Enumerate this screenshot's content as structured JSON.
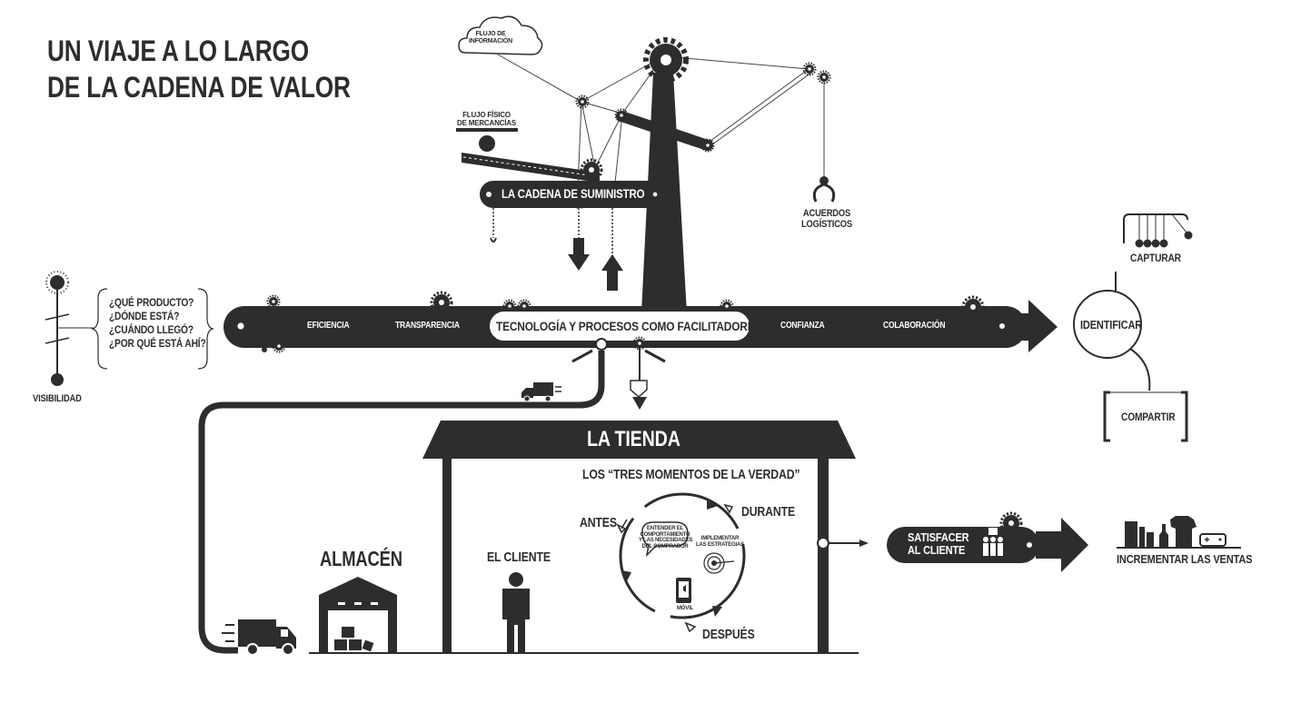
{
  "title": {
    "line1": "UN VIAJE A LO LARGO",
    "line2": "DE LA CADENA DE VALOR"
  },
  "top": {
    "info_flow": {
      "line1": "FLUJO DE",
      "line2": "INFORMACIÓN"
    },
    "physical_flow": {
      "line1": "FLUJO FÍSICO",
      "line2": "DE MERCANCÍAS"
    },
    "supply_chain": "LA CADENA DE SUMINISTRO",
    "logistics": {
      "line1": "ACUERDOS",
      "line2": "LOGÍSTICOS"
    }
  },
  "visibility": {
    "label": "VISIBILIDAD",
    "questions": [
      "¿QUÉ PRODUCTO?",
      "¿DÓNDE ESTÁ?",
      "¿CUÁNDO LLEGÓ?",
      "¿POR QUÉ ESTÁ AHÍ?"
    ]
  },
  "belt": {
    "items": [
      "EFICIENCIA",
      "TRANSPARENCIA",
      "CONFIANZA",
      "COLABORACIÓN"
    ],
    "center": "TECNOLOGÍA Y PROCESOS COMO FACILITADORES"
  },
  "right": {
    "capture": "CAPTURAR",
    "identify": "IDENTIFICAR",
    "share": "COMPARTIR"
  },
  "store": {
    "title": "LA TIENDA",
    "moments": "LOS “TRES MOMENTOS DE LA VERDAD”",
    "client": "EL CLIENTE",
    "before": "ANTES",
    "during": "DURANTE",
    "after": "DESPUÉS",
    "understand": {
      "line1": "ENTENDER EL",
      "line2": "COMPORTAMIENTO",
      "line3": "Y LAS NECESIDADES",
      "line4": "DEL COMPRADOR"
    },
    "implement": {
      "line1": "IMPLEMENTAR",
      "line2": "LAS ESTRATEGIAS"
    },
    "mobile": "MÓVIL"
  },
  "warehouse": "ALMACÉN",
  "outcome": {
    "satisfy_line1": "SATISFACER",
    "satisfy_line2": "AL CLIENTE",
    "sales": "INCREMENTAR LAS VENTAS"
  },
  "colors": {
    "ink": "#2d2d2d",
    "paper": "#ffffff"
  }
}
